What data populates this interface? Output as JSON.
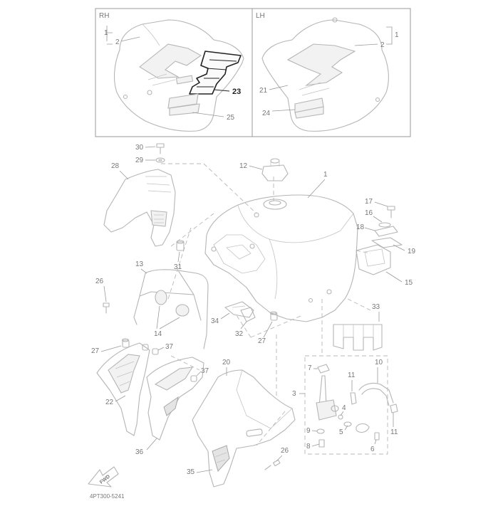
{
  "panel": {
    "rh_label": "RH",
    "lh_label": "LH"
  },
  "callouts": {
    "c1": "1",
    "c2": "2",
    "c3": "3",
    "c4": "4",
    "c5": "5",
    "c6": "6",
    "c7": "7",
    "c8": "8",
    "c9": "9",
    "c10": "10",
    "c11": "11",
    "c12": "12",
    "c13": "13",
    "c14": "14",
    "c15": "15",
    "c16": "16",
    "c17": "17",
    "c18": "18",
    "c19": "19",
    "c20": "20",
    "c21": "21",
    "c22": "22",
    "c23": "23",
    "c24": "24",
    "c25": "25",
    "c26": "26",
    "c27": "27",
    "c28": "28",
    "c29": "29",
    "c30": "30",
    "c31": "31",
    "c32": "32",
    "c33": "33",
    "c34": "34",
    "c35": "35",
    "c36": "36",
    "c37": "37"
  },
  "fwd_label": "FWD",
  "drawing_code": "4PT300-5241",
  "colors": {
    "line": "#b5b5b5",
    "text": "#777777",
    "highlight": "#222222"
  }
}
